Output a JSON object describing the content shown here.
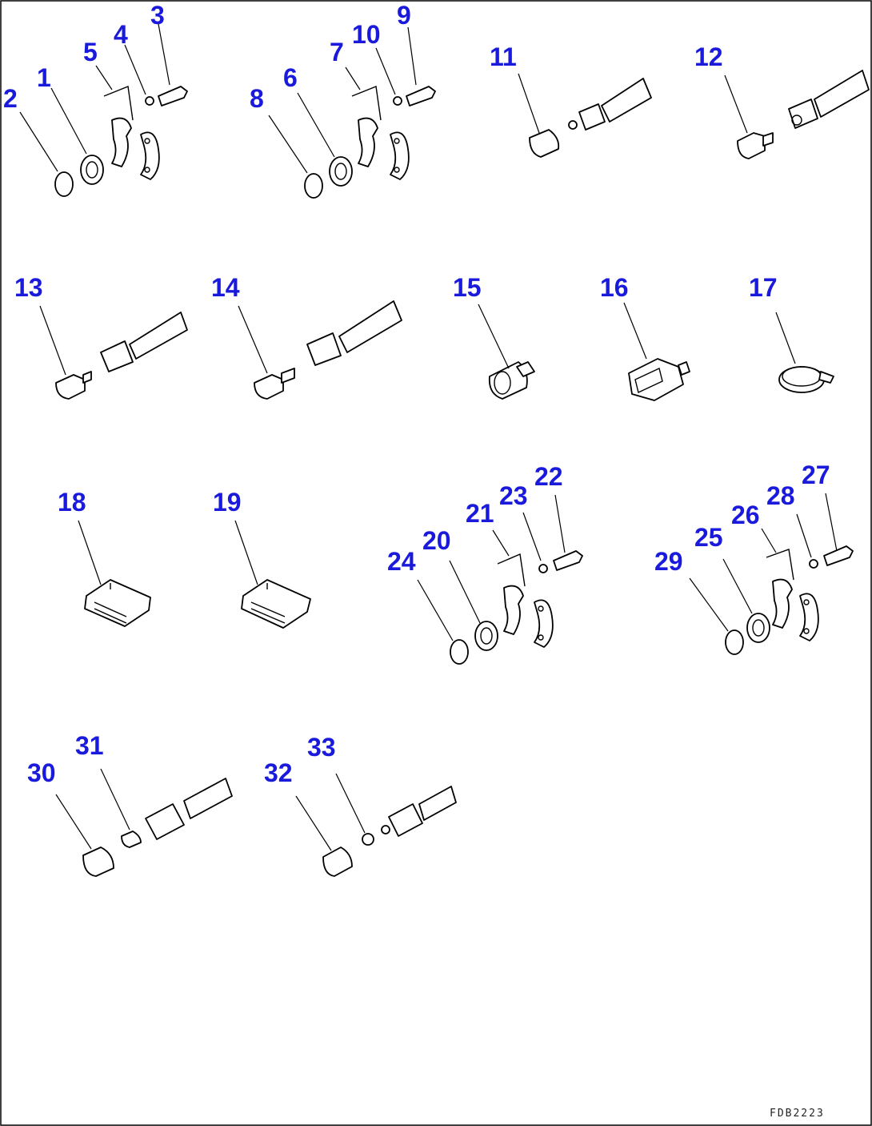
{
  "drawing_code": "FDB2223",
  "callouts": [
    "1",
    "2",
    "3",
    "4",
    "5",
    "6",
    "7",
    "8",
    "9",
    "10",
    "11",
    "12",
    "13",
    "14",
    "15",
    "16",
    "17",
    "18",
    "19",
    "20",
    "21",
    "22",
    "23",
    "24",
    "25",
    "26",
    "27",
    "28",
    "29",
    "30",
    "31",
    "32",
    "33"
  ]
}
